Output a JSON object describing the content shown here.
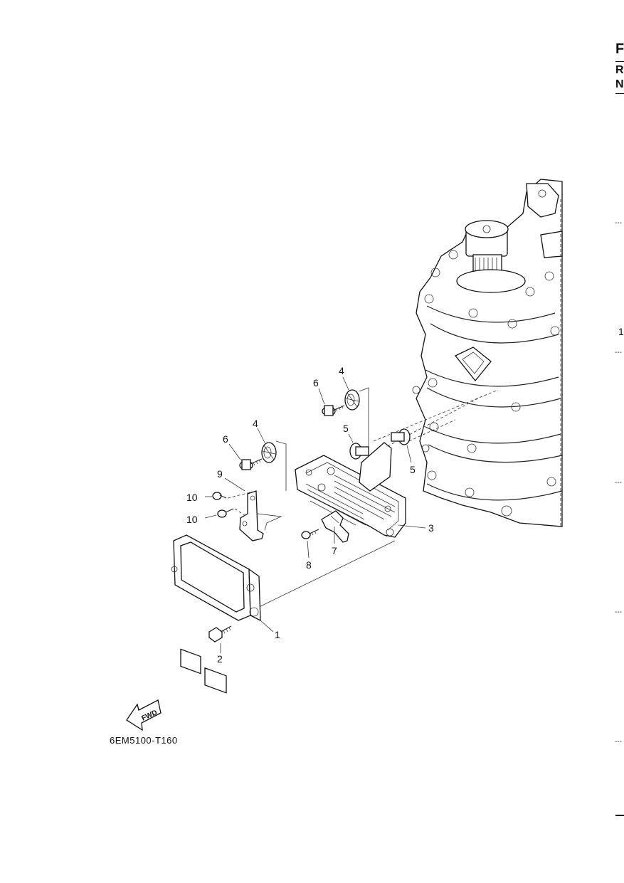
{
  "edge": {
    "letters": [
      "F",
      "R",
      "N"
    ],
    "page_digit": "1",
    "ticks": [
      "---",
      "---",
      "---",
      "---",
      "---"
    ]
  },
  "fwd_label": "FWD",
  "figure_code": "6EM5100-T160",
  "callouts": [
    "1",
    "2",
    "3",
    "4",
    "4",
    "5",
    "5",
    "6",
    "6",
    "7",
    "8",
    "9",
    "10",
    "10"
  ]
}
